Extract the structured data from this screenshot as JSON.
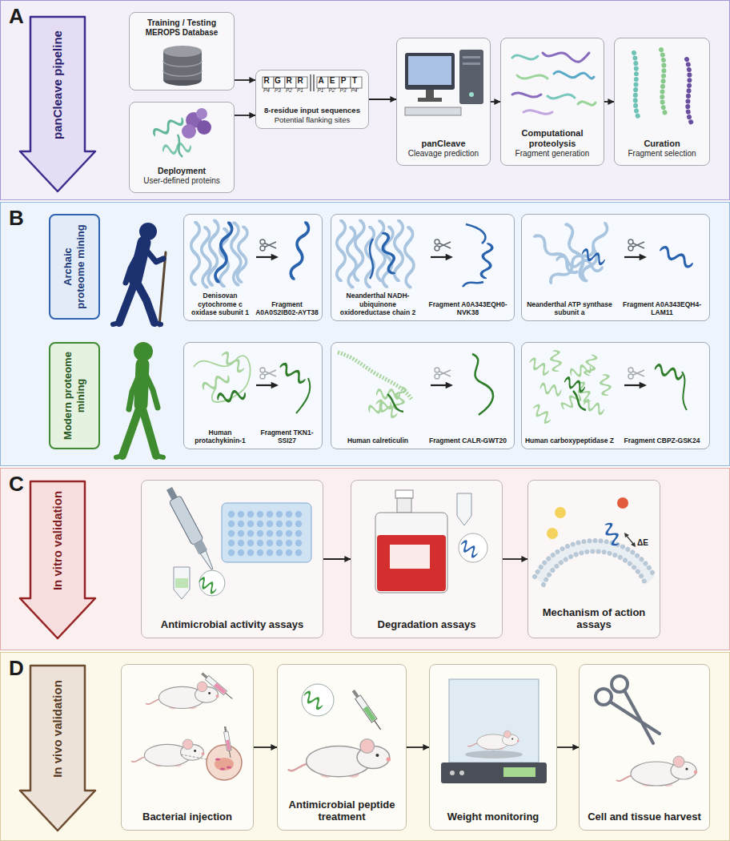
{
  "diagram": {
    "nodes": [
      {
        "text": [
          "A"
        ]
      },
      {
        "text": [
          "panCleave pipeline"
        ],
        "in": 0
      },
      {
        "text": [
          "Training / Testing",
          "MEROPS Database"
        ],
        "in": 0
      },
      {
        "text": [
          "Deployment",
          "User-defined proteins"
        ],
        "in": 0
      },
      {
        "text": [
          "8-residue input sequences",
          "Potential flanking sites"
        ],
        "in": 0
      },
      {
        "text": [
          "panCleave",
          "Cleavage prediction"
        ],
        "in": 0
      },
      {
        "text": [
          "Computational proteolysis",
          "Fragment generation"
        ],
        "in": 0
      },
      {
        "text": [
          "Curation",
          "Fragment selection"
        ],
        "in": 0
      },
      {
        "text": [
          "B"
        ]
      },
      {
        "text": [
          "Archaic proteome mining"
        ],
        "in": 8
      },
      {
        "text": [
          "Modern proteome mining"
        ],
        "in": 8
      },
      {
        "text": [
          "Denisovan cytochrome c oxidase subunit 1",
          "Fragment A0A0S2IB02-AYT38"
        ],
        "in": 8
      },
      {
        "text": [
          "Neanderthal NADH-ubiquinone oxidoreductase chain 2",
          "Fragment A0A343EQH0-NVK38"
        ],
        "in": 8
      },
      {
        "text": [
          "Neanderthal ATP synthase subunit a",
          "Fragment A0A343EQH4-LAM11"
        ],
        "in": 8
      },
      {
        "text": [
          "Human protachykinin-1",
          "Fragment TKN1-SSI27"
        ],
        "in": 8
      },
      {
        "text": [
          "Human calreticulin",
          "Fragment CALR-GWT20"
        ],
        "in": 8
      },
      {
        "text": [
          "Human carboxypeptidase Z",
          "Fragment CBPZ-GSK24"
        ],
        "in": 8
      },
      {
        "text": [
          "C"
        ]
      },
      {
        "text": [
          "In vitro validation"
        ],
        "in": 17
      },
      {
        "text": [
          "Antimicrobial activity assays"
        ],
        "in": 17
      },
      {
        "text": [
          "Degradation assays"
        ],
        "in": 17
      },
      {
        "text": [
          "Mechanism of action assays"
        ],
        "in": 17
      },
      {
        "text": [
          "D"
        ]
      },
      {
        "text": [
          "In vivo validation"
        ],
        "in": 22
      },
      {
        "text": [
          "Bacterial injection"
        ],
        "in": 22
      },
      {
        "text": [
          "Antimicrobial peptide treatment"
        ],
        "in": 22
      },
      {
        "text": [
          "Weight monitoring"
        ],
        "in": 22
      },
      {
        "text": [
          "Cell and tissue harvest"
        ],
        "in": 22
      }
    ],
    "edges": [
      {
        "from": 2,
        "to": 4,
        "arrow": "to"
      },
      {
        "from": 3,
        "to": 4,
        "arrow": "to"
      },
      {
        "from": 4,
        "to": 5,
        "arrow": "to"
      },
      {
        "from": 5,
        "to": 6,
        "arrow": "to"
      },
      {
        "from": 6,
        "to": 7,
        "arrow": "to"
      },
      {
        "from": 19,
        "to": 20,
        "arrow": "to"
      },
      {
        "from": 20,
        "to": 21,
        "arrow": "to"
      },
      {
        "from": 24,
        "to": 25,
        "arrow": "to"
      },
      {
        "from": 25,
        "to": 26,
        "arrow": "to"
      },
      {
        "from": 26,
        "to": 27,
        "arrow": "to"
      }
    ],
    "labels": [
      "R",
      "G",
      "R",
      "R",
      "A",
      "E",
      "P",
      "T",
      "P4",
      "P3",
      "P2",
      "P1",
      "P1'",
      "P2'",
      "P3'",
      "P4'",
      "ΔE"
    ]
  }
}
